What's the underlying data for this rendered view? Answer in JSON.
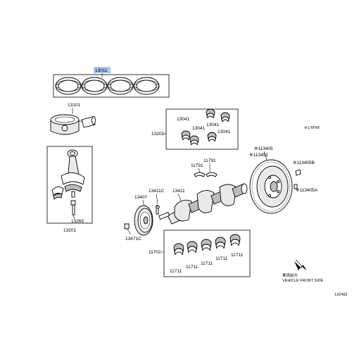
{
  "labels": {
    "piston_rings": "13011",
    "piston": "13101",
    "bearing_set": "13202",
    "bearing_a": "13041",
    "bearing_b": "13041",
    "bearing_c": "13041",
    "bearing_d": "13041",
    "mtm_note": "※1 MTM",
    "flywheel": "※113405",
    "flywheel_ring": "※113453",
    "bolt_b": "※113405B",
    "bolt_a": "※113405A",
    "thrust_a": "11791",
    "thrust_b": "11791",
    "pulley": "13407",
    "pulley_bolt": "13411C",
    "crankshaft": "13411",
    "pulley_key": "13471C",
    "con_rod": "13201",
    "con_rod_bolt": "13265",
    "main_bearing_set": "11702",
    "main_a": "11711",
    "main_b": "11711",
    "main_c": "11711",
    "main_d": "11711",
    "main_e": "11711",
    "direction_jp": "車両前方",
    "direction_en": "VEHICLE FRONT SIDE",
    "diagram_code": "132482"
  }
}
